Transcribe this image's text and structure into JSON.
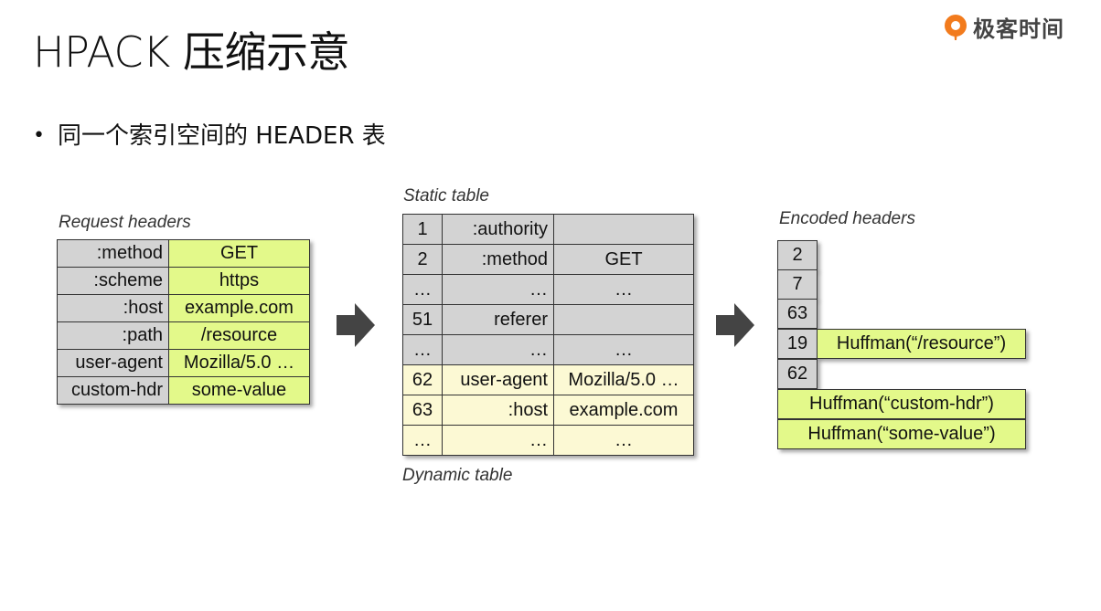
{
  "slide": {
    "title": "HPACK 压缩示意",
    "bullet": "同一个索引空间的 HEADER 表"
  },
  "brand": {
    "name": "极客时间",
    "accent": "#f27b1d"
  },
  "request": {
    "caption": "Request headers",
    "rows": [
      {
        "name": ":method",
        "value": "GET"
      },
      {
        "name": ":scheme",
        "value": "https"
      },
      {
        "name": ":host",
        "value": "example.com"
      },
      {
        "name": ":path",
        "value": "/resource"
      },
      {
        "name": "user-agent",
        "value": "Mozilla/5.0 …"
      },
      {
        "name": "custom-hdr",
        "value": "some-value"
      }
    ]
  },
  "table": {
    "static_caption": "Static table",
    "dynamic_caption": "Dynamic table",
    "static_rows": [
      {
        "idx": "1",
        "name": ":authority",
        "value": ""
      },
      {
        "idx": "2",
        "name": ":method",
        "value": "GET"
      },
      {
        "idx": "…",
        "name": "…",
        "value": "…"
      },
      {
        "idx": "51",
        "name": "referer",
        "value": ""
      },
      {
        "idx": "…",
        "name": "…",
        "value": "…"
      }
    ],
    "dynamic_rows": [
      {
        "idx": "62",
        "name": "user-agent",
        "value": "Mozilla/5.0 …"
      },
      {
        "idx": "63",
        "name": ":host",
        "value": "example.com"
      },
      {
        "idx": "…",
        "name": "…",
        "value": "…"
      }
    ]
  },
  "encoded": {
    "caption": "Encoded headers",
    "idx": [
      "2",
      "7",
      "63",
      "19",
      "62"
    ],
    "huffman_path": "Huffman(“/resource”)",
    "huffman_name": "Huffman(“custom-hdr”)",
    "huffman_value": "Huffman(“some-value”)"
  },
  "colors": {
    "name_cell": "#d3d3d3",
    "value_cell": "#e3f98a",
    "dynamic_cell": "#fcf9d4",
    "arrow": "#444444"
  }
}
